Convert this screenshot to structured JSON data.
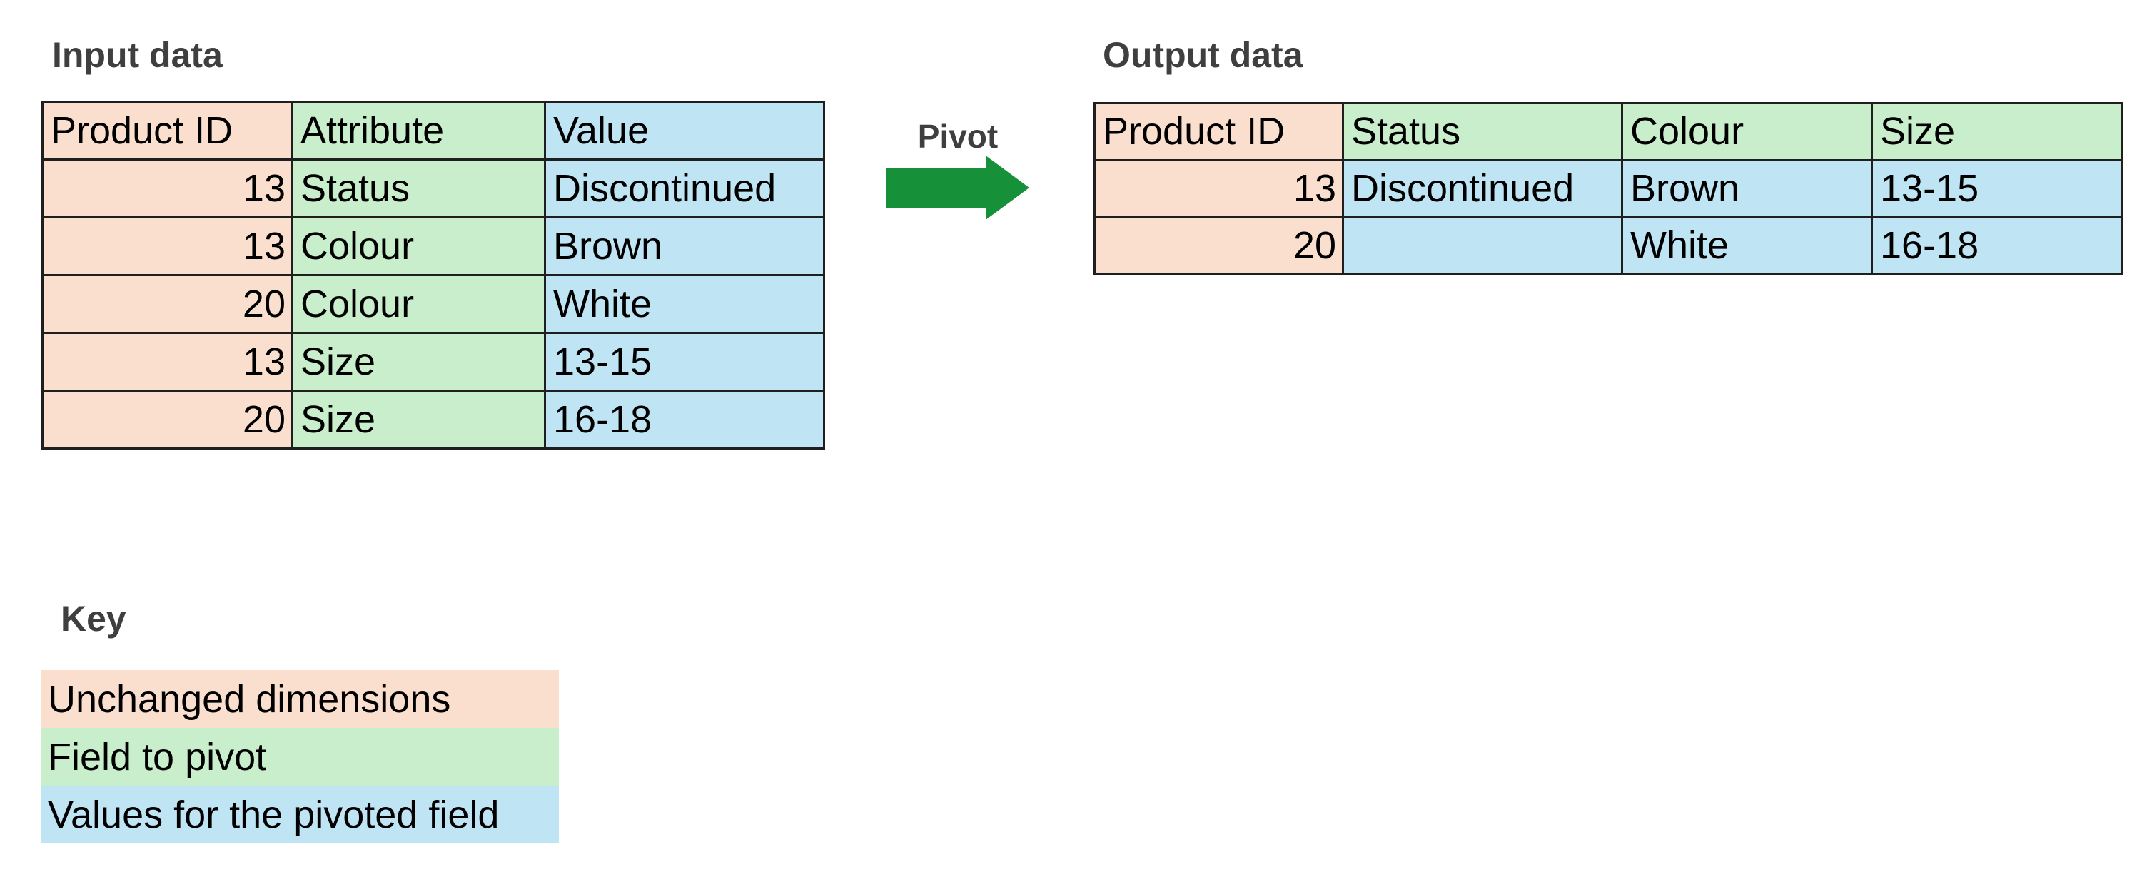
{
  "titles": {
    "input": "Input data",
    "output": "Output data",
    "pivot": "Pivot",
    "key": "Key"
  },
  "colors": {
    "unchanged": "#FBDFCE",
    "pivot_field": "#C9EECB",
    "values": "#BFE4F3",
    "arrow": "#169139",
    "border": "#1F1F1F",
    "title_text": "#3F3F3F"
  },
  "input_table": {
    "columns": [
      {
        "label": "Product ID",
        "header_type": "unchanged",
        "data_type": "unchanged",
        "data_align": "right"
      },
      {
        "label": "Attribute",
        "header_type": "pivot_field",
        "data_type": "pivot_field",
        "data_align": "left"
      },
      {
        "label": "Value",
        "header_type": "values",
        "data_type": "values",
        "data_align": "left"
      }
    ],
    "rows": [
      [
        "13",
        "Status",
        "Discontinued"
      ],
      [
        "13",
        "Colour",
        "Brown"
      ],
      [
        "20",
        "Colour",
        "White"
      ],
      [
        "13",
        "Size",
        "13-15"
      ],
      [
        "20",
        "Size",
        "16-18"
      ]
    ]
  },
  "output_table": {
    "columns": [
      {
        "label": "Product ID",
        "header_type": "unchanged",
        "data_type": "unchanged",
        "data_align": "right"
      },
      {
        "label": "Status",
        "header_type": "pivot_field",
        "data_type": "values",
        "data_align": "left"
      },
      {
        "label": "Colour",
        "header_type": "pivot_field",
        "data_type": "values",
        "data_align": "left"
      },
      {
        "label": "Size",
        "header_type": "pivot_field",
        "data_type": "values",
        "data_align": "left"
      }
    ],
    "rows": [
      [
        "13",
        "Discontinued",
        "Brown",
        "13-15"
      ],
      [
        "20",
        "",
        "White",
        "16-18"
      ]
    ]
  },
  "key": {
    "entries": [
      {
        "label": "Unchanged dimensions",
        "type": "unchanged"
      },
      {
        "label": "Field to pivot",
        "type": "pivot_field"
      },
      {
        "label": "Values for the pivoted field",
        "type": "values"
      }
    ]
  }
}
